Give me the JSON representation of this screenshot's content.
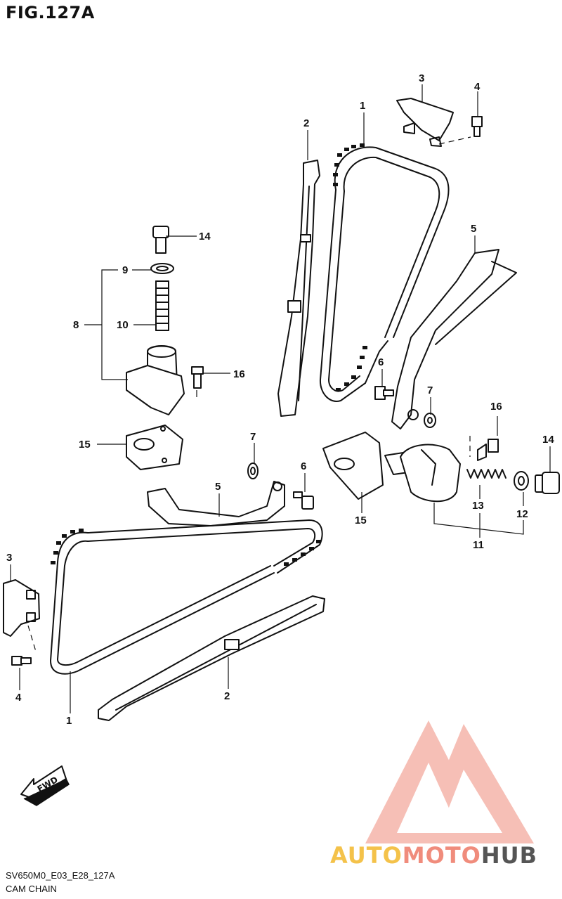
{
  "figure": {
    "title": "FIG.127A"
  },
  "callouts": {
    "c1_top": "1",
    "c1_bottom": "1",
    "c2_top": "2",
    "c2_bottom": "2",
    "c3_top": "3",
    "c3_left": "3",
    "c4_top": "4",
    "c4_left": "4",
    "c5_top": "5",
    "c5_mid": "5",
    "c6_right": "6",
    "c6_mid": "6",
    "c7_right": "7",
    "c7_mid": "7",
    "c8": "8",
    "c9": "9",
    "c10": "10",
    "c11": "11",
    "c12": "12",
    "c13": "13",
    "c14_left": "14",
    "c14_right": "14",
    "c15_left": "15",
    "c15_right": "15",
    "c16_left": "16",
    "c16_right": "16"
  },
  "fwd_label": "FWD",
  "footer": {
    "code": "SV650M0_E03_E28_127A",
    "caption": "CAM CHAIN"
  },
  "watermark": {
    "part1": "AUTO",
    "part2": "MOTO",
    "part3": "HUB",
    "colors": {
      "auto": "#f4c24a",
      "moto": "#f08c7c",
      "hub": "#555555",
      "logo": "#f08c7c"
    }
  }
}
